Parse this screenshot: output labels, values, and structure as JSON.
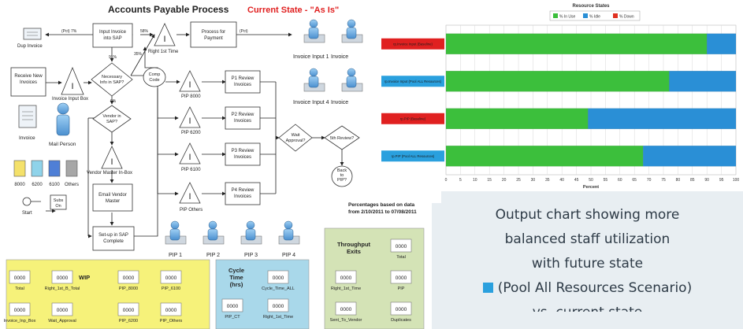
{
  "flowchart": {
    "title": "Accounts Payable Process",
    "state": "Current State - \"As Is\"",
    "nodes": {
      "dup_invoice": "Dup Invoice",
      "receive_invoices": [
        "Receive New",
        "Invoices"
      ],
      "invoice_input_box": "Invoice Input Box",
      "input_invoice": [
        "Input Invoice",
        "into SAP"
      ],
      "right_first_time": "Right 1st Time",
      "process_payment": [
        "Process for",
        "Payment"
      ],
      "necessary_info": [
        "Necessary",
        "Info in SAP?"
      ],
      "comp_code": [
        "Comp",
        "Code"
      ],
      "vendor_in_sap": [
        "Vendor in",
        "SAP?"
      ],
      "vendor_master_inbox": "Vendor Master In-Box",
      "email_vendor_master": [
        "Email Vendor",
        "Master"
      ],
      "setup_sap": [
        "Set-up in SAP",
        "Complete"
      ],
      "pip_8000": "PIP 8000",
      "pip_6200": "PIP 6200",
      "pip_6100": "PIP 6100",
      "pip_others": "PIP Others",
      "p1_review": [
        "P1 Review",
        "Invoices"
      ],
      "p2_review": [
        "P2 Review",
        "Invoices"
      ],
      "p3_review": [
        "P3 Review",
        "Invoices"
      ],
      "p4_review": [
        "P4 Review",
        "Invoices"
      ],
      "wait_approval": [
        "Wait",
        "Approval?"
      ],
      "fifth_review": "5th Review?",
      "back_to_pip": [
        "Back",
        "to",
        "PIP?"
      ],
      "invoice": "Invoice",
      "mail_person": "Mail Person",
      "start": "Start",
      "subs_on": [
        "Subs",
        "On"
      ]
    },
    "edge_labels": {
      "pct_7": "(Pct) 7%",
      "pct_58": "58%",
      "pct_91": "91%",
      "pct_9": "9%",
      "pct_35": "35%",
      "pct_arrow": "(Pct)"
    },
    "folder_labels": [
      "8000",
      "6200",
      "6100",
      "Others"
    ],
    "folder_colors": [
      "#f4e16a",
      "#8fd3ea",
      "#4f7fd6",
      "#a7a7a7"
    ],
    "operators": {
      "top": [
        "Invoice Input 1",
        "Invoice"
      ],
      "bottom": [
        "Invoice Input 4",
        "Invoice"
      ],
      "pip": [
        "PIP 1",
        "PIP 2",
        "PIP 3",
        "PIP 4"
      ]
    },
    "note": [
      "Percentages based on data",
      "from 2/10/2011 to 07/08/2011"
    ],
    "wip_panel": {
      "title": "WIP",
      "counters": [
        {
          "value": "0000",
          "label": "Total"
        },
        {
          "value": "0000",
          "label": "Right_1st_B_Total"
        },
        {
          "value": "0000",
          "label": "PIP_8000"
        },
        {
          "value": "0000",
          "label": "PIP_6100"
        },
        {
          "value": "0000",
          "label": "Invoice_Inp_Box"
        },
        {
          "value": "0000",
          "label": "Wait_Approval"
        },
        {
          "value": "0000",
          "label": "PIP_6200"
        },
        {
          "value": "0000",
          "label": "PIP_Others"
        }
      ]
    },
    "cycle_panel": {
      "title": [
        "Cycle",
        "Time",
        "(hrs)"
      ],
      "counters": [
        {
          "value": "0000",
          "label": "Cycle_Time_ALL"
        },
        {
          "value": "0000",
          "label": "PIP_CT"
        },
        {
          "value": "0000",
          "label": "Right_1st_Time"
        }
      ]
    },
    "throughput_panel": {
      "title": [
        "Throughput",
        "Exits"
      ],
      "counters": [
        {
          "value": "0000",
          "label": "Total"
        },
        {
          "value": "0000",
          "label": "Right_1st_Time"
        },
        {
          "value": "0000",
          "label": "PIP"
        },
        {
          "value": "0000",
          "label": "Sent_To_Vendor"
        },
        {
          "value": "0000",
          "label": "Duplicates"
        }
      ]
    }
  },
  "chart_data": {
    "type": "bar",
    "orientation": "horizontal",
    "stacked": true,
    "title": "Resource States",
    "legend": [
      {
        "name": "% In Use",
        "color": "#3cbf3c"
      },
      {
        "name": "% Idle",
        "color": "#2a8fd6"
      },
      {
        "name": "% Down",
        "color": "#e03020"
      }
    ],
    "legend_position": "top",
    "categories": [
      "rp.Invoice Input (Baseline)",
      "rp.Invoice Input (Pool ALL Resources)",
      "rp.PIP (Baseline)",
      "rp.PIP (Pool ALL Resources)"
    ],
    "category_colors": [
      "#e02020",
      "#2aa0de",
      "#e02020",
      "#2aa0de"
    ],
    "series": [
      {
        "name": "% In Use",
        "values": [
          90,
          77,
          49,
          68
        ]
      },
      {
        "name": "% Idle",
        "values": [
          10,
          23,
          51,
          32
        ]
      },
      {
        "name": "% Down",
        "values": [
          0,
          0,
          0,
          0
        ]
      }
    ],
    "xlim": [
      0,
      100
    ],
    "xticks": [
      0,
      5,
      10,
      15,
      20,
      25,
      30,
      35,
      40,
      45,
      50,
      55,
      60,
      65,
      70,
      75,
      80,
      85,
      90,
      95,
      100
    ],
    "xlabel": "Percent",
    "grid": true
  },
  "caption": {
    "lines": [
      "Output chart showing more",
      "balanced staff utilization",
      "with future state",
      "(Pool All Resources Scenario)",
      "vs. current state"
    ],
    "swatch_color": "#2aa0de"
  }
}
